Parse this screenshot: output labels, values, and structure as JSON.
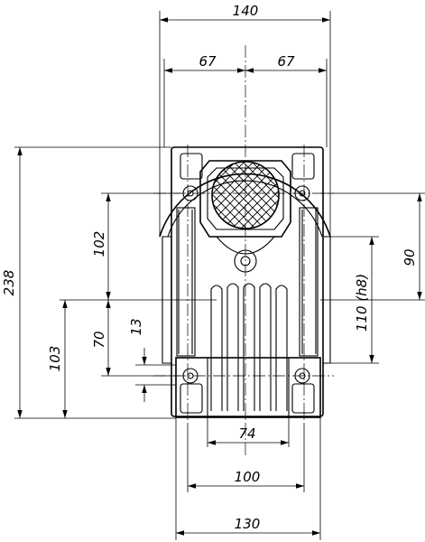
{
  "dimensions": {
    "top_overall_width": "140",
    "top_left_half": "67",
    "top_right_half": "67",
    "left_total_height": "238",
    "left_hole_spacing": "102",
    "left_base_height": "103",
    "left_base_to_hole": "70",
    "left_small_height": "13",
    "right_bore_distance": "90",
    "right_shaft_diameter": "110 (h8)",
    "bottom_inner_74": "74",
    "bottom_mid_100": "100",
    "bottom_overall_130": "130"
  }
}
